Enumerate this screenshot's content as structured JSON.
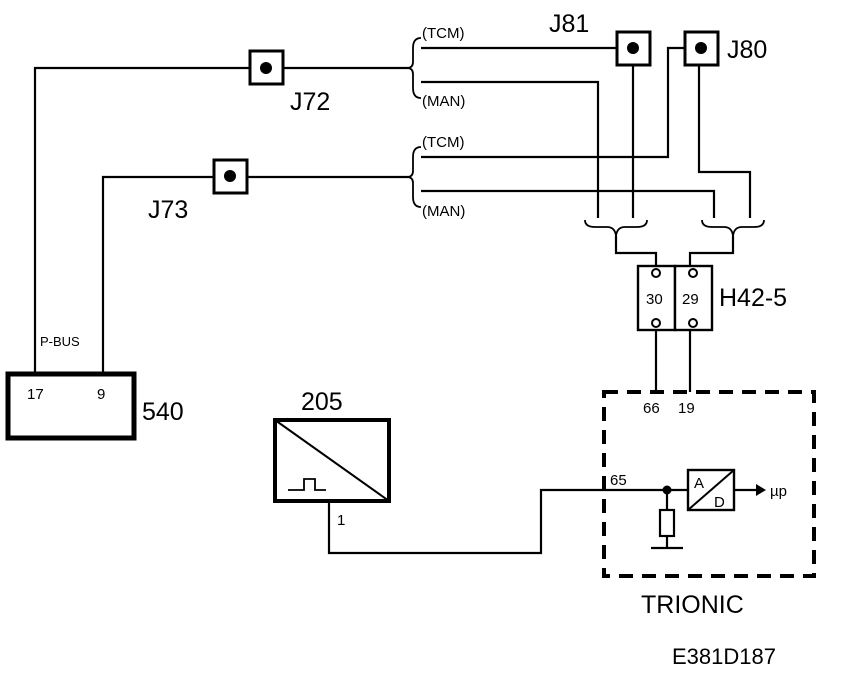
{
  "connectors": {
    "j72": "J72",
    "j73": "J73",
    "j81": "J81",
    "j80": "J80",
    "h42": "H42-5"
  },
  "h42_pins": {
    "left": "30",
    "right": "29"
  },
  "branches": {
    "top_tcm": "(TCM)",
    "top_man": "(MAN)",
    "bottom_tcm": "(TCM)",
    "bottom_man": "(MAN)"
  },
  "component_540": {
    "id": "540",
    "pin_left": "17",
    "pin_right": "9",
    "bus_label": "P-BUS"
  },
  "component_205": {
    "id": "205",
    "pin": "1"
  },
  "trionic": {
    "name": "TRIONIC",
    "pin_66": "66",
    "pin_19": "19",
    "pin_65": "65",
    "adc_a": "A",
    "adc_d": "D",
    "output": "µp"
  },
  "figure_code": "E381D187"
}
